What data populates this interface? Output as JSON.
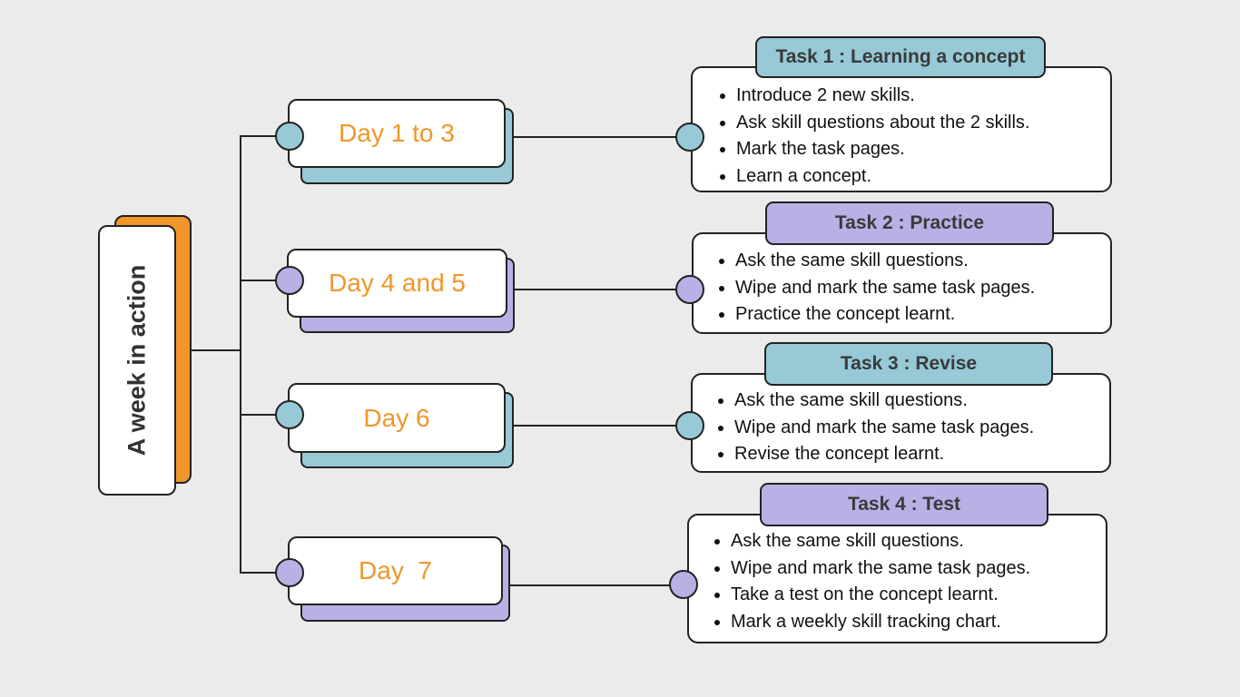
{
  "root": {
    "label": "A week in action"
  },
  "days": [
    {
      "label": "Day 1 to 3"
    },
    {
      "label": "Day 4 and 5"
    },
    {
      "label": "Day 6"
    },
    {
      "label": "Day  7"
    }
  ],
  "tasks": [
    {
      "title": "Task 1 : Learning a concept",
      "items": [
        "Introduce 2 new skills.",
        "Ask skill questions about the 2 skills.",
        "Mark the task pages.",
        "Learn a concept."
      ]
    },
    {
      "title": "Task 2 : Practice",
      "items": [
        "Ask the same skill questions.",
        "Wipe and mark the same task pages.",
        "Practice the concept learnt."
      ]
    },
    {
      "title": "Task 3 : Revise",
      "items": [
        "Ask the same skill questions.",
        "Wipe and mark the same task pages.",
        "Revise the concept learnt."
      ]
    },
    {
      "title": "Task 4 : Test",
      "items": [
        "Ask the same skill questions.",
        "Wipe and mark the same task pages.",
        "Take a test on the concept learnt.",
        "Mark a weekly skill tracking chart."
      ]
    }
  ],
  "colors": {
    "orange": "#f0962a",
    "teal": "#97c9d6",
    "purple": "#b9b0e6",
    "background": "#ebebeb"
  }
}
